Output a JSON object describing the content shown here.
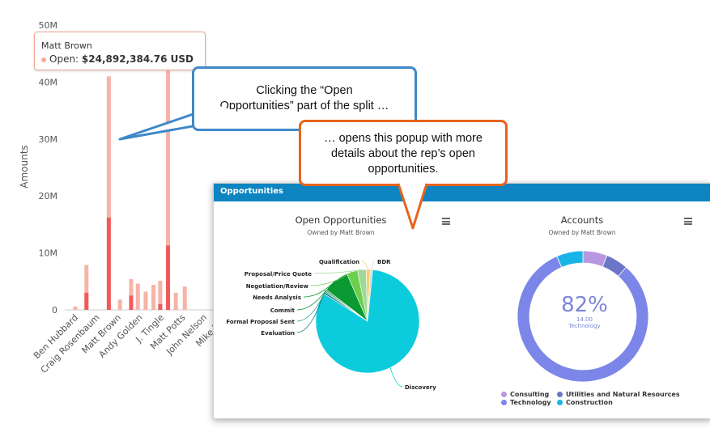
{
  "chart_data": {
    "type": "bar",
    "ylabel": "Amounts",
    "y_ticks": [
      "0",
      "10M",
      "20M",
      "30M",
      "40M",
      "50M"
    ],
    "ylim": [
      0,
      50000000
    ],
    "series_colors": {
      "base": "#ef5b5b",
      "open": "#f6b3a8"
    },
    "bars": [
      {
        "c": 0,
        "base": 0,
        "total": 600000
      },
      {
        "c": 1,
        "base": 3000000,
        "total": 7900000
      },
      {
        "c": 3,
        "base": 16200000,
        "total": 41000000
      },
      {
        "c": 4,
        "base": 0,
        "total": 1800000
      },
      {
        "c": 5,
        "base": 2500000,
        "total": 5400000
      },
      {
        "c": 5.6,
        "base": 0,
        "total": 4600000
      },
      {
        "c": 6.3,
        "base": 0,
        "total": 3200000
      },
      {
        "c": 7,
        "base": 0,
        "total": 4400000
      },
      {
        "c": 7.6,
        "base": 1000000,
        "total": 5100000
      },
      {
        "c": 8.3,
        "base": 11300000,
        "total": 42000000
      },
      {
        "c": 9,
        "base": 0,
        "total": 3000000
      },
      {
        "c": 9.8,
        "base": 0,
        "total": 4100000
      }
    ],
    "categories": [
      "Ben Hubbard",
      "Craig Rosenbaum",
      "Matt Brown",
      "Andy Golden",
      "J. Tingle",
      "Matt Potts",
      "John Nelson",
      "Mike Due"
    ]
  },
  "tooltip": {
    "name": "Matt Brown",
    "label": "Open:",
    "value": "$24,892,384.76 USD"
  },
  "callouts": {
    "blue": [
      "Clicking the “Open",
      "Opportunities” part of the split …"
    ],
    "orange": [
      "… opens this popup with more",
      "details about the rep’s open",
      "opportunities."
    ]
  },
  "popup": {
    "title": "Opportunities",
    "left_panel": {
      "title": "Open Opportunities",
      "subtitle": "Owned by Matt Brown",
      "slices": [
        {
          "label": "Discovery",
          "value": 77.0,
          "color": "#0ccbdc"
        },
        {
          "label": "Evaluation",
          "value": 0.6,
          "color": "#1f7a7a"
        },
        {
          "label": "Formal Proposal Sent",
          "value": 0.4,
          "color": "#2aa198"
        },
        {
          "label": "Commit",
          "value": 0.4,
          "color": "#0e9a37"
        },
        {
          "label": "Needs Analysis",
          "value": 7.5,
          "color": "#0a9933"
        },
        {
          "label": "Negotiation/Review",
          "value": 3.2,
          "color": "#6ccf4c"
        },
        {
          "label": "Proposal/Price Quote",
          "value": 2.5,
          "color": "#9fd89a"
        },
        {
          "label": "Qualification",
          "value": 1.2,
          "color": "#f3d070"
        },
        {
          "label": "BDR",
          "value": 0.7,
          "color": "#d6d6d6"
        }
      ]
    },
    "right_panel": {
      "title": "Accounts",
      "subtitle": "Owned by Matt Brown",
      "center_percent": "82%",
      "center_value": "14.00",
      "center_label": "Technology",
      "slices": [
        {
          "label": "Technology",
          "value": 82,
          "color": "#7b86e8"
        },
        {
          "label": "Construction",
          "value": 6.5,
          "color": "#18b4e8"
        },
        {
          "label": "Consulting",
          "value": 6,
          "color": "#b896e0"
        },
        {
          "label": "Utilities and Natural Resources",
          "value": 5.5,
          "color": "#6b76c8"
        }
      ],
      "legend": [
        {
          "label": "Consulting",
          "color": "#b896e0"
        },
        {
          "label": "Utilities and Natural Resources",
          "color": "#6b76c8"
        },
        {
          "label": "Technology",
          "color": "#7b86e8"
        },
        {
          "label": "Construction",
          "color": "#18b4e8"
        }
      ]
    }
  }
}
